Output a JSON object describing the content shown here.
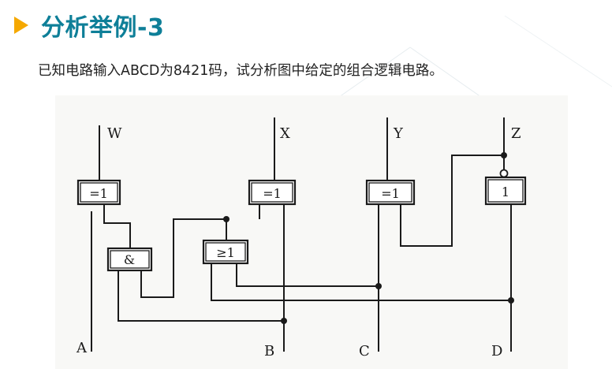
{
  "header": {
    "title": "分析举例-3",
    "arrow_color": "#f5a800",
    "title_color": "#0e7f98"
  },
  "description": "已知电路输入ABCD为8421码，试分析图中给定的组合逻辑电路。",
  "circuit": {
    "outputs": {
      "w": "W",
      "x": "X",
      "y": "Y",
      "z": "Z"
    },
    "inputs": {
      "a": "A",
      "b": "B",
      "c": "C",
      "d": "D"
    },
    "gates": {
      "xor_w": "=1",
      "xor_x": "=1",
      "xor_y": "=1",
      "not_z": "1",
      "and_gate": "&",
      "or_gate": "≥1"
    }
  }
}
